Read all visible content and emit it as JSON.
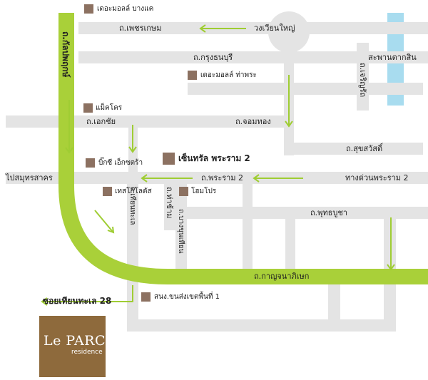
{
  "colors": {
    "road": "#e4e4e4",
    "highlight": "#a9d039",
    "arrow": "#9fcd33",
    "river": "#a8dcef",
    "marker": "#8c7161",
    "logo_bg": "#8e6a3c"
  },
  "roads": {
    "phetkasem": "ถ.เพชรเกษม",
    "wongwian_yai": "วงเวียนใหญ่",
    "krung_thon_buri": "ถ.กรุงธนบุรี",
    "taksin_bridge": "สะพานตากสิน",
    "charoen_rat": "ถ.เจริญรัถ",
    "kanlapaphruek": "ถ.กัลปพฤกษ์",
    "ekkachai": "ถ.เอกชัย",
    "chom_thong": "ถ.จอมทอง",
    "suksawat": "ถ.สุขสวัสดิ์",
    "rama2": "ถ.พระราม 2",
    "rama2_expressway": "ทางด่วนพระราม 2",
    "to_samut_sakhon": "ไปสมุทรสาคร",
    "thakham": "ถ.ท่าข้าม",
    "phutthabucha": "ถ.พุทธบูชา",
    "tienthale": "ถ.เทียนทะเล",
    "bang_khun_thian": "ถ.บางขุนเทียน",
    "kanchanaphisek": "ถ.กาญจนาภิเษก",
    "soi_tienthale28": "ซอยเทียนทะเล 28"
  },
  "places": {
    "mall_bangkhae": "เดอะมอลล์ บางแค",
    "mall_thapra": "เดอะมอลล์ ท่าพระ",
    "makro": "แม็คโคร",
    "big_c_ekkachai": "บิ๊กซี เอ็กซตร้า",
    "central_rama2": "เซ็นทรัล พระราม 2",
    "tesco_lotus": "เทสโก้โลตัส",
    "homepro": "โฮมโปร",
    "bus_terminal": "สนง.ขนส่งเขตพื้นที่ 1"
  },
  "icons": {
    "place_marker": "square-marker-icon",
    "direction_arrow": "arrow-icon"
  },
  "logo": {
    "main": "Le PARC",
    "sub": "residence"
  }
}
